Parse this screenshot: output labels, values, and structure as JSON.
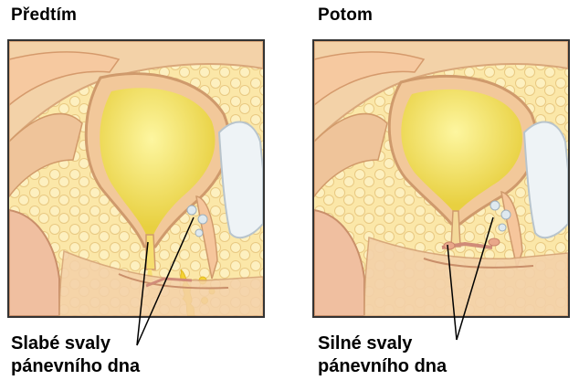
{
  "panels": {
    "before": {
      "title": "Předtím",
      "caption_line1": "Slabé svaly",
      "caption_line2": "pánevního dna"
    },
    "after": {
      "title": "Potom",
      "caption_line1": "Silné svaly",
      "caption_line2": "pánevního dna"
    }
  },
  "colors": {
    "frame": "#333333",
    "tissue": "#f2c89a",
    "fat": "#fce9a6",
    "bladder": "#f4e05a",
    "urine": "#f1d23a",
    "leader": "#000000"
  }
}
